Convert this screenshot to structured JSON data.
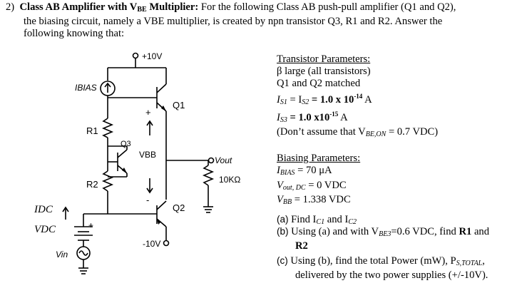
{
  "header": {
    "number": "2)",
    "title_a": "Class AB Amplifier with V",
    "title_sub": "BE",
    "title_b": " Multiplier:",
    "line1_rest": " For the following Class AB push-pull amplifier (Q1 and Q2),",
    "line2": "the biasing circuit, namely a VBE multiplier, is created by npn transistor Q3, R1 and R2.  Answer the",
    "line3": "following knowing that:"
  },
  "schematic": {
    "vcc_label": "+10V",
    "vee_label": "-10V",
    "ibias_label": "IBIAS",
    "q1_label": "Q1",
    "q2_label": "Q2",
    "q3_label": "Q3",
    "r1_label": "R1",
    "r2_label": "R2",
    "vbb_label": "VBB",
    "plus_sign": "+",
    "minus_sign": "-",
    "vout_label": "Vout",
    "load_label": "10KΩ",
    "idc_label": "IDC",
    "vdc_label": "VDC",
    "vin_label": "Vin",
    "battery_plus": "+"
  },
  "transistor_params": {
    "heading": "Transistor Parameters:",
    "beta": "β large (all transistors)",
    "match": "Q1 and Q2 matched",
    "is1_a": "I",
    "is1_sub1": "S1",
    "is1_b": " = I",
    "is1_sub2": "S2",
    "is1_c": " = 1.0 x 10",
    "is1_exp": "-14",
    "is1_unit": " A",
    "is3_a": "I",
    "is3_sub": "S3",
    "is3_b": " = 1.0 x10",
    "is3_exp": "-15",
    "is3_unit": " A",
    "note_a": "(Don’t assume that V",
    "note_sub": "BE,ON",
    "note_b": " = 0.7 VDC)"
  },
  "biasing_params": {
    "heading": "Biasing Parameters:",
    "ibias_a": "I",
    "ibias_sub": "BIAS",
    "ibias_b": " = 70 μA",
    "vout_a": "V",
    "vout_sub": "out, DC",
    "vout_b": " = 0 VDC",
    "vbb_a": "V",
    "vbb_sub": "BB",
    "vbb_b": " = 1.338 VDC"
  },
  "questions": {
    "a_label": "(a)",
    "a_text_1": " Find I",
    "a_sub1": "C1",
    "a_text_2": " and I",
    "a_sub2": "C2",
    "b_label": "(b)",
    "b_text_1": " Using (a) and with V",
    "b_sub": "BE3",
    "b_text_2": "=0.6 VDC, find ",
    "b_bold1": "R1",
    "b_text_3": " and",
    "b_bold2": "R2",
    "c_label": "(c)",
    "c_text_1": " Using (b), find the total Power (mW), P",
    "c_sub": "S,TOTAL",
    "c_text_2": ",",
    "c_line2": "delivered by the two power supplies (+/-10V)."
  }
}
